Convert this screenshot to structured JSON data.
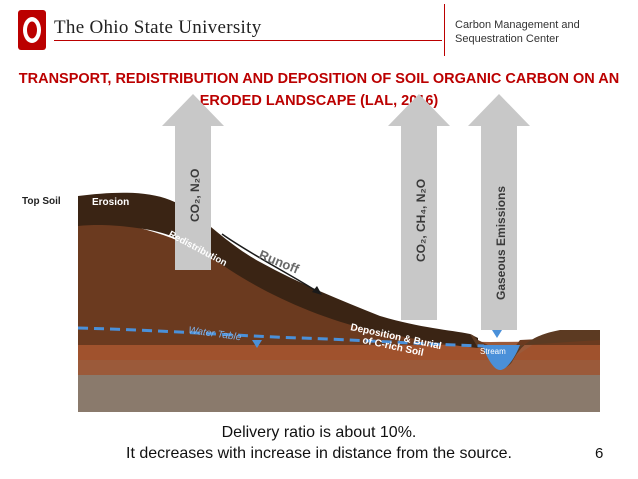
{
  "header": {
    "university": "The Ohio State University",
    "center_name": "Carbon Management and\nSequestration Center"
  },
  "slide": {
    "title_line1": "TRANSPORT, REDISTRIBUTION AND DEPOSITION OF SOIL ORGANIC CARBON ON AN",
    "title_line2": "ERODED LANDSCAPE (LAL, 2016)",
    "caption_line1": "Delivery ratio is about 10%.",
    "caption_line2": "It decreases with increase in distance from the source.",
    "page_number": "6"
  },
  "figure": {
    "labels": {
      "top_soil": "Top Soil",
      "erosion": "Erosion",
      "redistribution": "Redistribution",
      "runoff": "Runoff",
      "water_table": "Water Table",
      "deposition_line1": "Deposition & Burial",
      "deposition_line2": "of C-rich Soil",
      "stream": "Stream"
    },
    "arrows": {
      "arrow1_label": "CO₂, N₂O",
      "arrow2_label": "CO₂, CH₄, N₂O",
      "arrow3_label": "Gaseous Emissions"
    },
    "colors": {
      "arrow_gray": "#c8c8c8",
      "dark_soil": "#3a2414",
      "water_blue": "#4a90d9",
      "title_red": "#bb0000"
    }
  }
}
